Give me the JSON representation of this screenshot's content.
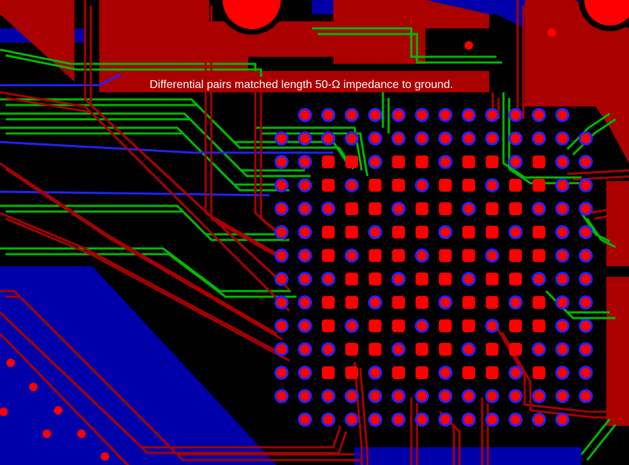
{
  "caption": "Differential pairs matched length 50-Ω impedance to ground.",
  "colors": {
    "background": "#000000",
    "top_copper": "#aa0000",
    "pad": "#ff0000",
    "bottom_copper": "#0000aa",
    "pad_ring": "#2222ff",
    "inner_trace": "#00bb00"
  },
  "bga": {
    "columns": 14,
    "rows": 14
  }
}
